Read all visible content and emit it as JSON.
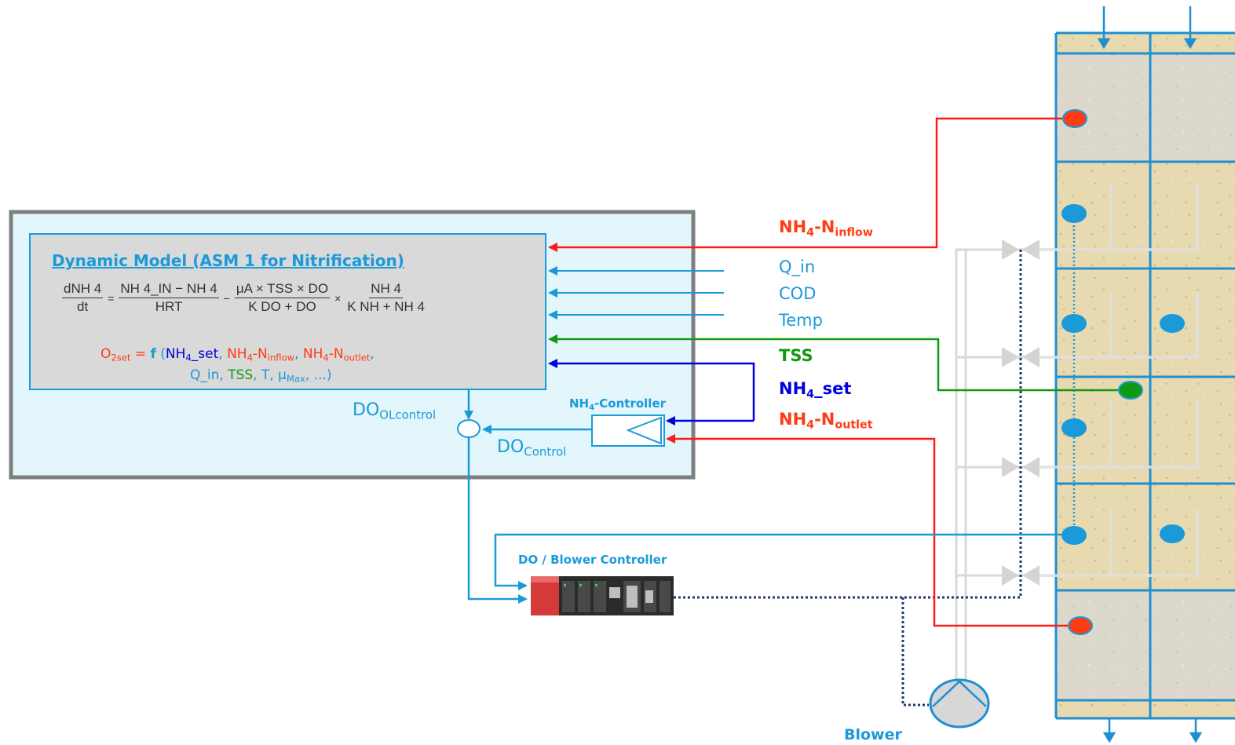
{
  "model": {
    "title": "Dynamic Model (ASM 1 for Nitrification)",
    "eq_lhs_num": "dNH  4",
    "eq_lhs_den": "dt",
    "eq_eq": "=",
    "eq_t1_num": "NH  4_IN  − NH  4",
    "eq_t1_den": "HRT",
    "eq_minus": "−",
    "eq_t2_num": "μA × TSS  × DO",
    "eq_t2_den": "K DO  + DO",
    "eq_times": "×",
    "eq_t3_num": "NH  4",
    "eq_t3_den": "K NH  + NH  4",
    "o2_label": "O",
    "o2_sub": "2set",
    "o2_eq": " =  ",
    "o2_f": "f",
    "o2_open": " (",
    "o2_nh4set": "NH4_set",
    "o2_comma1": ", ",
    "o2_nh4in": "NH4-Ninflow",
    "o2_comma2": ", ",
    "o2_nh4out": "NH4-Noutlet",
    "o2_comma3": ",",
    "o2_line2_qin": "Q_in, ",
    "o2_line2_tss": "TSS",
    "o2_line2_rest": ", T, μMax, ...)"
  },
  "labels": {
    "do_ol": "DO",
    "do_ol_sub": "OLcontrol",
    "do_control": "DO",
    "do_control_sub": "Control",
    "nh4_controller": "NH4-Controller",
    "blower_controller": "DO / Blower Controller",
    "blower": "Blower"
  },
  "signals": {
    "nh4_inflow_main": "NH",
    "nh4_inflow_sub1": "4",
    "nh4_inflow_mid": "-N",
    "nh4_inflow_sub2": "inflow",
    "q_in": "Q_in",
    "cod": "COD",
    "temp": "Temp",
    "tss": "TSS",
    "nh4_set_main": "NH",
    "nh4_set_sub": "4",
    "nh4_set_rest": "_set",
    "nh4_outlet_main": "NH",
    "nh4_outlet_sub1": "4",
    "nh4_outlet_mid": "-N",
    "nh4_outlet_sub2": "outlet"
  },
  "colors": {
    "red": "#ff3b14",
    "blue": "#1a9ad9",
    "green": "#119a11",
    "darkblue": "#0000e0",
    "box_fill": "#e3f6fc",
    "model_fill": "#d9d9d9"
  }
}
